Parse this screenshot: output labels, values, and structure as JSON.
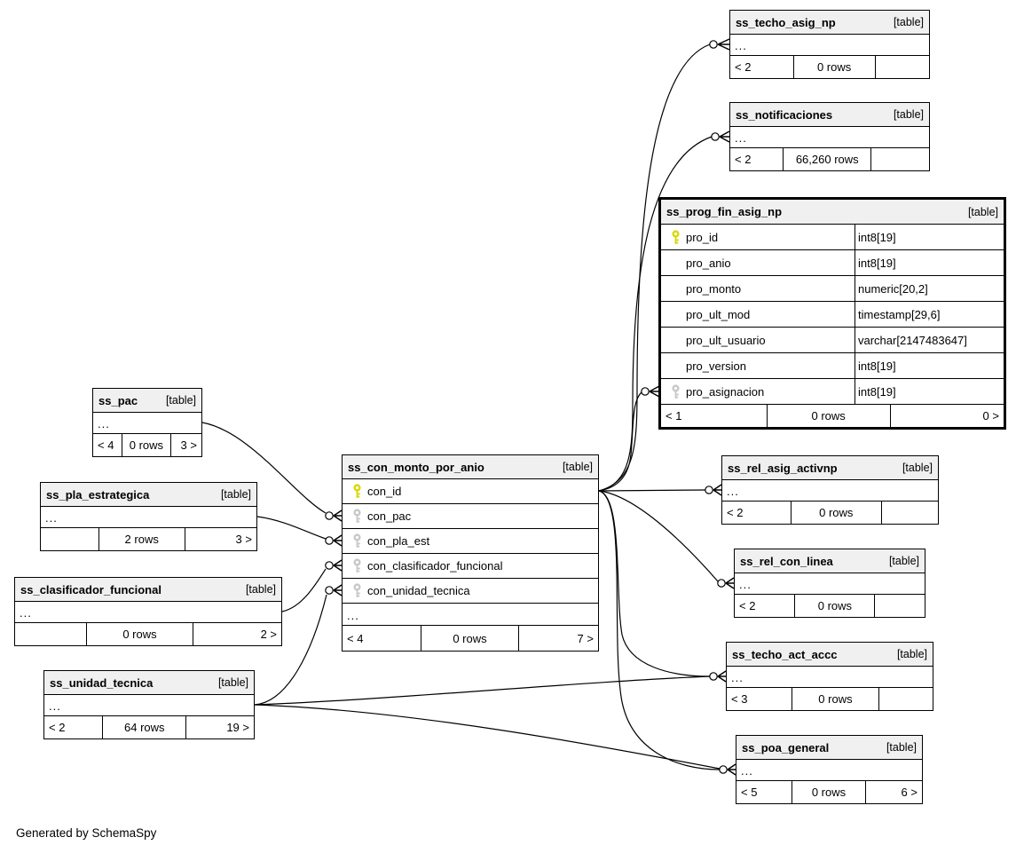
{
  "diagram": {
    "generator_note": "Generated by SchemaSpy",
    "table_tag": "[table]",
    "ellipsis": "..."
  },
  "colors": {
    "primary_key": "#d8d800",
    "foreign_key": "#c8c8c8",
    "header_bg": "#f0f0f0",
    "border": "#000000",
    "edge": "#000000",
    "background": "#ffffff"
  },
  "icons": {
    "primary_key": "key-icon-yellow",
    "foreign_key": "key-icon-gray",
    "zero_or_many": "circle-crowsfoot-connector"
  },
  "tables": {
    "ss_techo_asig_np": {
      "name": "ss_techo_asig_np",
      "tag": "[table]",
      "ellipsis": "...",
      "footer": {
        "left": "< 2",
        "center": "0 rows",
        "right": ""
      }
    },
    "ss_notificaciones": {
      "name": "ss_notificaciones",
      "tag": "[table]",
      "ellipsis": "...",
      "footer": {
        "left": "< 2",
        "center": "66,260 rows",
        "right": ""
      }
    },
    "ss_prog_fin_asig_np": {
      "name": "ss_prog_fin_asig_np",
      "tag": "[table]",
      "columns": [
        {
          "name": "pro_id",
          "type": "int8[19]",
          "key": "primary"
        },
        {
          "name": "pro_anio",
          "type": "int8[19]",
          "key": "none"
        },
        {
          "name": "pro_monto",
          "type": "numeric[20,2]",
          "key": "none"
        },
        {
          "name": "pro_ult_mod",
          "type": "timestamp[29,6]",
          "key": "none"
        },
        {
          "name": "pro_ult_usuario",
          "type": "varchar[2147483647]",
          "key": "none"
        },
        {
          "name": "pro_version",
          "type": "int8[19]",
          "key": "none"
        },
        {
          "name": "pro_asignacion",
          "type": "int8[19]",
          "key": "foreign"
        }
      ],
      "footer": {
        "left": "< 1",
        "center": "0 rows",
        "right": "0 >"
      }
    },
    "ss_pac": {
      "name": "ss_pac",
      "tag": "[table]",
      "ellipsis": "...",
      "footer": {
        "left": "< 4",
        "center": "0 rows",
        "right": "3 >"
      }
    },
    "ss_pla_estrategica": {
      "name": "ss_pla_estrategica",
      "tag": "[table]",
      "ellipsis": "...",
      "footer": {
        "left": "",
        "center": "2 rows",
        "right": "3 >"
      }
    },
    "ss_clasificador_funcional": {
      "name": "ss_clasificador_funcional",
      "tag": "[table]",
      "ellipsis": "...",
      "footer": {
        "left": "",
        "center": "0 rows",
        "right": "2 >"
      }
    },
    "ss_unidad_tecnica": {
      "name": "ss_unidad_tecnica",
      "tag": "[table]",
      "ellipsis": "...",
      "footer": {
        "left": "< 2",
        "center": "64 rows",
        "right": "19 >"
      }
    },
    "ss_con_monto_por_anio": {
      "name": "ss_con_monto_por_anio",
      "tag": "[table]",
      "ellipsis": "...",
      "columns": [
        {
          "name": "con_id",
          "key": "primary"
        },
        {
          "name": "con_pac",
          "key": "foreign"
        },
        {
          "name": "con_pla_est",
          "key": "foreign"
        },
        {
          "name": "con_clasificador_funcional",
          "key": "foreign"
        },
        {
          "name": "con_unidad_tecnica",
          "key": "foreign"
        }
      ],
      "footer": {
        "left": "< 4",
        "center": "0 rows",
        "right": "7 >"
      }
    },
    "ss_rel_asig_activnp": {
      "name": "ss_rel_asig_activnp",
      "tag": "[table]",
      "ellipsis": "...",
      "footer": {
        "left": "< 2",
        "center": "0 rows",
        "right": ""
      }
    },
    "ss_rel_con_linea": {
      "name": "ss_rel_con_linea",
      "tag": "[table]",
      "ellipsis": "...",
      "footer": {
        "left": "< 2",
        "center": "0 rows",
        "right": ""
      }
    },
    "ss_techo_act_accc": {
      "name": "ss_techo_act_accc",
      "tag": "[table]",
      "ellipsis": "...",
      "footer": {
        "left": "< 3",
        "center": "0 rows",
        "right": ""
      }
    },
    "ss_poa_general": {
      "name": "ss_poa_general",
      "tag": "[table]",
      "ellipsis": "...",
      "footer": {
        "left": "< 5",
        "center": "0 rows",
        "right": "6 >"
      }
    }
  }
}
